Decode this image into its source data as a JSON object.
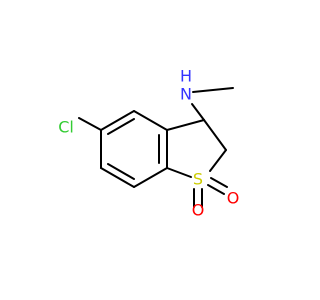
{
  "structure": {
    "atoms": {
      "chlorine": "Cl",
      "amine_n": "N",
      "amine_h": "H",
      "sulfur": "S",
      "oxygen_bottom": "O",
      "oxygen_right": "O"
    },
    "colors": {
      "bond": "#000000",
      "chlorine": "#33cc33",
      "nitrogen": "#3333ff",
      "hydrogen": "#3333ff",
      "sulfur": "#cccc00",
      "oxygen": "#ff0000"
    }
  }
}
